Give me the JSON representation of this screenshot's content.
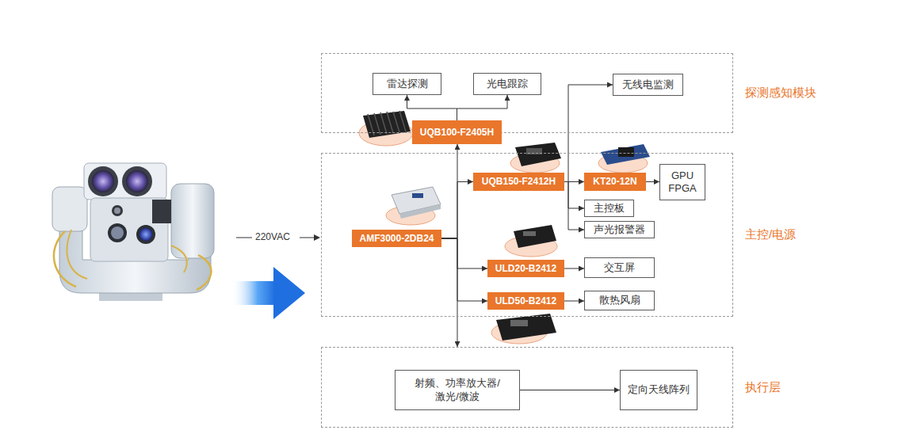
{
  "diagram": {
    "nodes": [
      {
        "text": [
          "探测感知模块"
        ]
      },
      {
        "text": [
          "雷达探测"
        ],
        "in": 0
      },
      {
        "text": [
          "光电跟踪"
        ],
        "in": 0
      },
      {
        "text": [
          "无线电监测"
        ],
        "in": 0
      },
      {
        "text": [
          "UQB100-F2405H"
        ],
        "in": 0
      },
      {
        "text": [
          "主控/电源"
        ]
      },
      {
        "text": [
          "AMF3000-2DB24"
        ],
        "in": 5
      },
      {
        "text": [
          "UQB150-F2412H"
        ],
        "in": 5
      },
      {
        "text": [
          "KT20-12N"
        ],
        "in": 5
      },
      {
        "text": [
          "GPU FPGA"
        ],
        "in": 5
      },
      {
        "text": [
          "主控板"
        ],
        "in": 5
      },
      {
        "text": [
          "声光报警器"
        ],
        "in": 5
      },
      {
        "text": [
          "ULD20-B2412"
        ],
        "in": 5
      },
      {
        "text": [
          "交互屏"
        ],
        "in": 5
      },
      {
        "text": [
          "ULD50-B2412"
        ],
        "in": 5
      },
      {
        "text": [
          "散热风扇"
        ],
        "in": 5
      },
      {
        "text": [
          "执行层"
        ]
      },
      {
        "text": [
          "射频、功率放大器/激光/微波"
        ],
        "in": 16
      },
      {
        "text": [
          "定向天线阵列"
        ],
        "in": 16
      }
    ],
    "edges": [
      {
        "from": 4,
        "to": 1,
        "arrow": "to"
      },
      {
        "from": 4,
        "to": 2,
        "arrow": "to"
      },
      {
        "from": 6,
        "to": 4,
        "arrow": "to"
      },
      {
        "from": 6,
        "to": 7,
        "arrow": "to"
      },
      {
        "from": 6,
        "to": 12,
        "arrow": "to"
      },
      {
        "from": 6,
        "to": 14,
        "arrow": "to"
      },
      {
        "from": 6,
        "to": 16,
        "arrow": "to"
      },
      {
        "from": 7,
        "to": 3,
        "arrow": "to"
      },
      {
        "from": 7,
        "to": 8,
        "arrow": "to"
      },
      {
        "from": 7,
        "to": 10,
        "arrow": "to"
      },
      {
        "from": 7,
        "to": 11,
        "arrow": "to"
      },
      {
        "from": 8,
        "to": 9,
        "arrow": "to"
      },
      {
        "from": 12,
        "to": 13,
        "arrow": "to"
      },
      {
        "from": 14,
        "to": 15,
        "arrow": "to"
      },
      {
        "from": 17,
        "to": 18,
        "arrow": "to"
      }
    ],
    "labels": [
      "220VAC"
    ]
  }
}
